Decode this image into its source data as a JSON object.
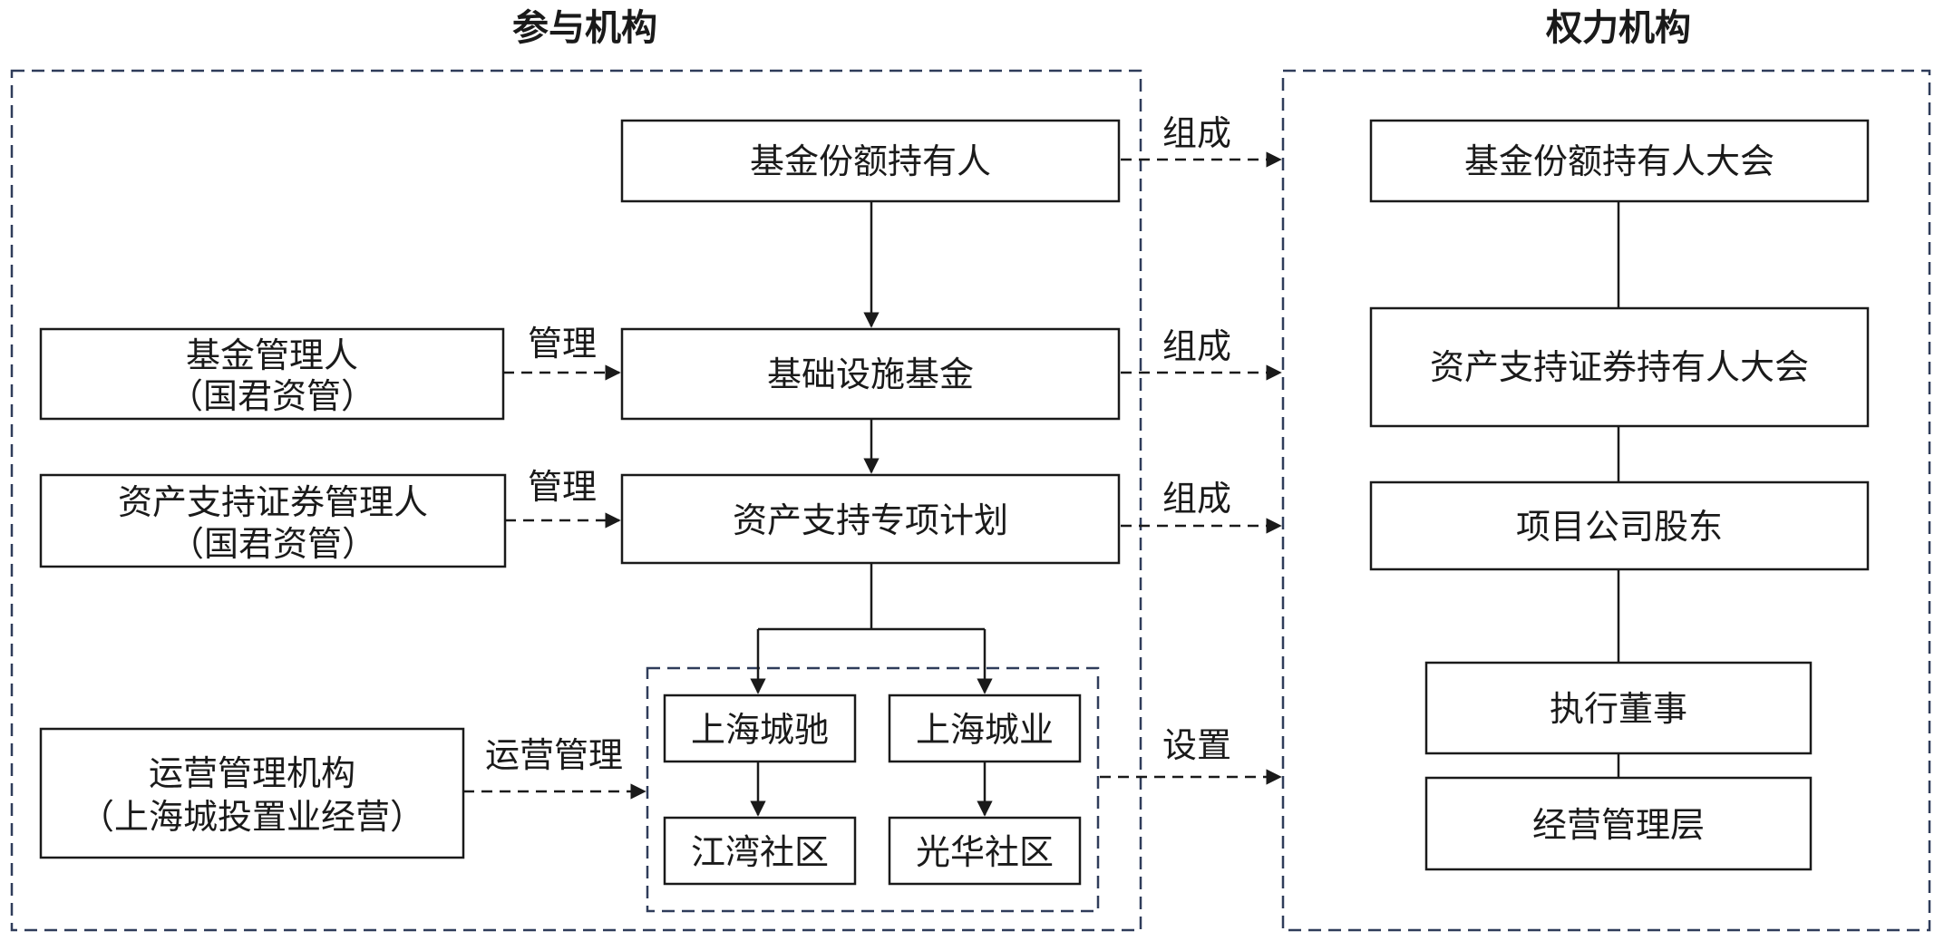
{
  "sections": {
    "participants": "参与机构",
    "authority": "权力机构"
  },
  "nodes": {
    "holders": "基金份额持有人",
    "fund": "基础设施基金",
    "abs_plan": "资产支持专项计划",
    "fund_manager": [
      "基金管理人",
      "（国君资管）"
    ],
    "abs_manager": [
      "资产支持证券管理人",
      "（国君资管）"
    ],
    "operator": [
      "运营管理机构",
      "（上海城投置业经营）"
    ],
    "sh_chengchi": "上海城驰",
    "sh_chengye": "上海城业",
    "jiangwan": "江湾社区",
    "guanghua": "光华社区",
    "holders_meeting": "基金份额持有人大会",
    "abs_holders_meeting": "资产支持证券持有人大会",
    "project_shareholder": "项目公司股东",
    "exec_director": "执行董事",
    "management": "经营管理层"
  },
  "edge_labels": {
    "compose1": "组成",
    "compose2": "组成",
    "compose3": "组成",
    "setup": "设置",
    "manage1": "管理",
    "manage2": "管理",
    "ops_manage": "运营管理"
  },
  "colors": {
    "region_border": "#2f3c5a",
    "box_border": "#1a1a1a",
    "text": "#1a1a1a"
  }
}
